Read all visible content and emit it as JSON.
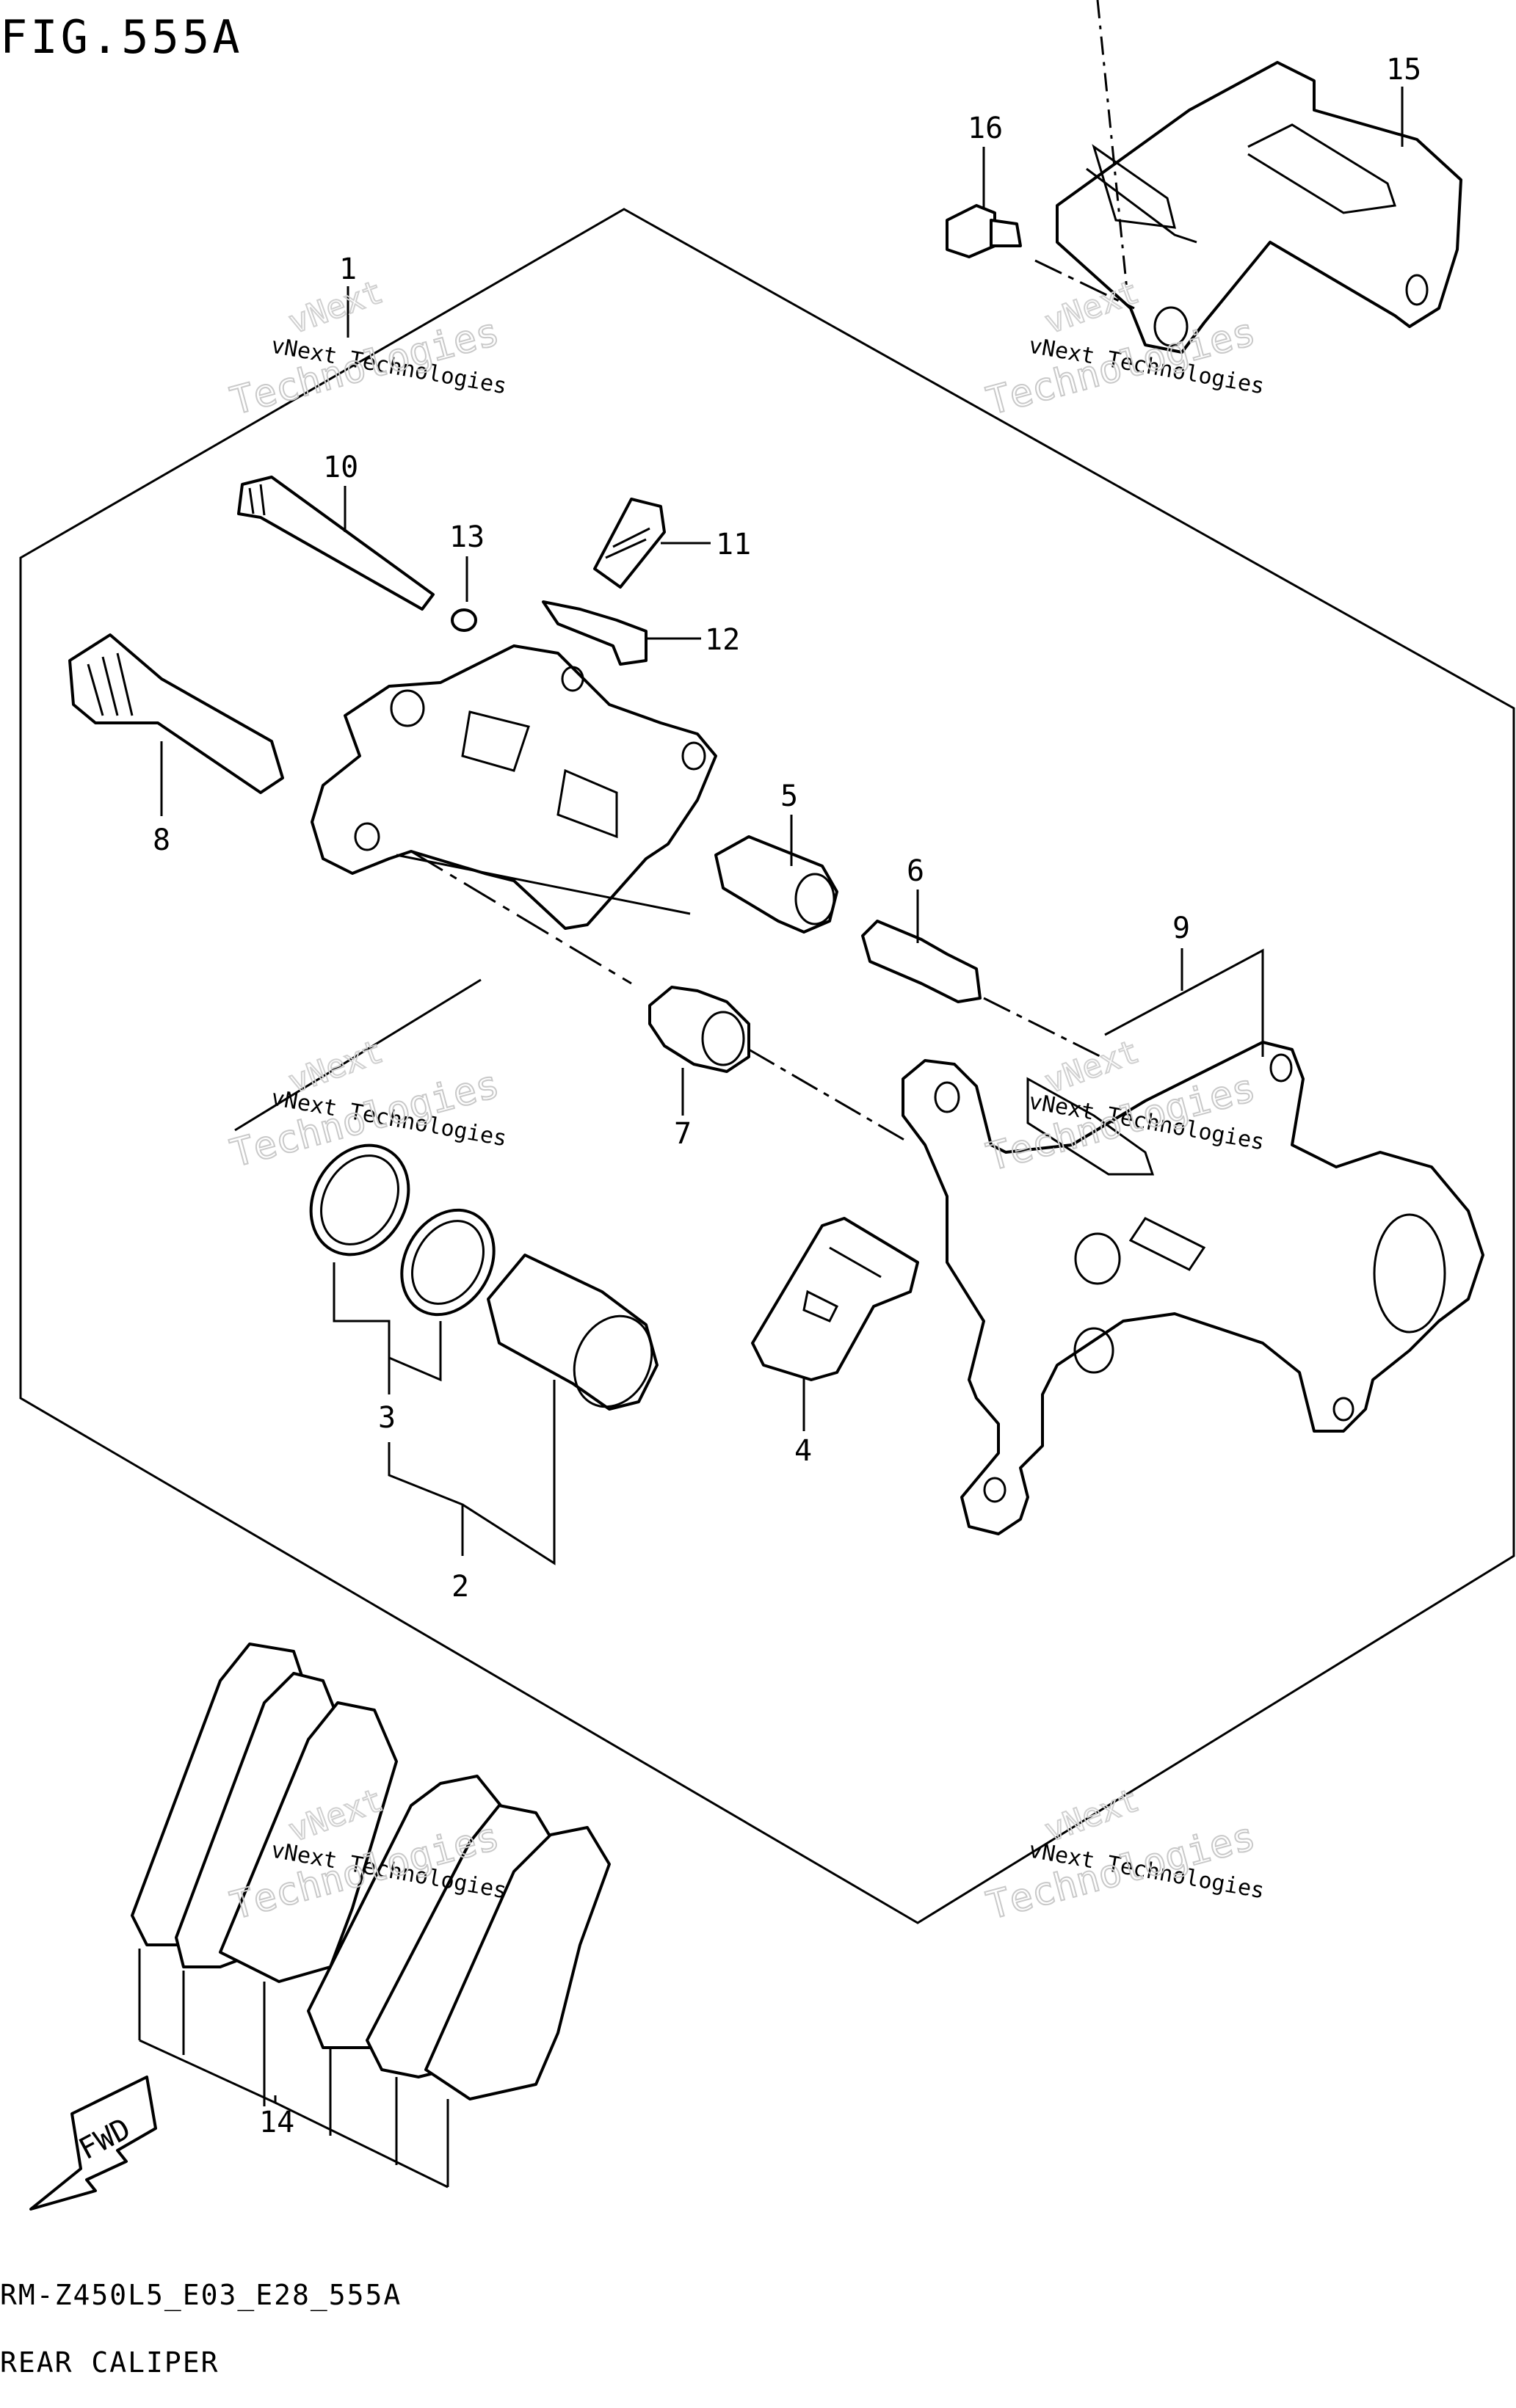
{
  "figure": {
    "title": "FIG.555A",
    "code": "RM-Z450L5_E03_E28_555A",
    "name": "REAR CALIPER",
    "fwd_label": "FWD"
  },
  "watermark": {
    "line1": "vNext Technologies",
    "line2": "Technologies",
    "line0": "vNext"
  },
  "callouts": [
    "1",
    "2",
    "3",
    "4",
    "5",
    "6",
    "7",
    "8",
    "9",
    "10",
    "11",
    "12",
    "13",
    "14",
    "15",
    "16"
  ]
}
